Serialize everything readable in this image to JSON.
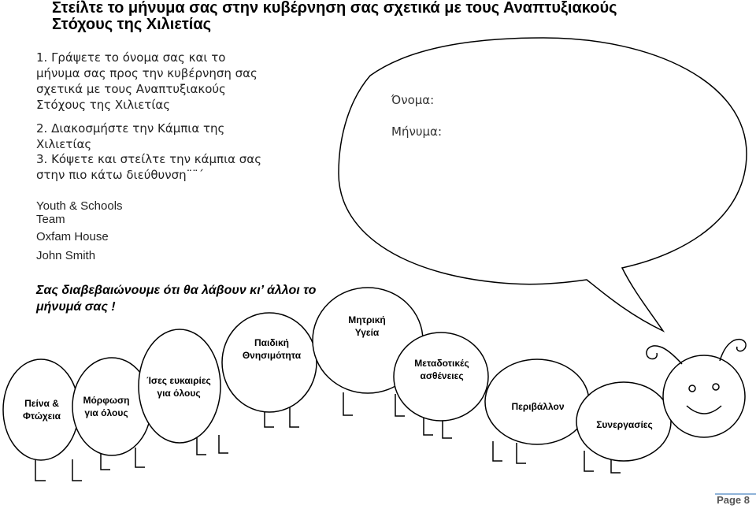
{
  "title": "Στείλτε το μήνυμα σας στην κυβέρνηση σας σχετικά με τους Αναπτυξιακούς Στόχους της Χιλιετίας",
  "steps": [
    "1. Γράψετε το όνομα σας και το μήνυμα σας προς την κυβέρνηση σας σχετικά με τους Αναπτυξιακούς Στόχους της Χιλιετίας",
    "2. Διακοσμήστε την Κάμπια της Χιλιετίας",
    "3. Κόψετε και στείλτε την κάμπια σας στην πιο κάτω διεύθυνση¨¨΄"
  ],
  "address": [
    "Youth & Schools",
    "Team",
    "Oxfam House",
    "John Smith"
  ],
  "assurance": "Σας διαβεβαιώνουμε ότι θα λάβουν κι’ άλλοι το μήνυμά σας !",
  "speech_bubble": {
    "name_label": "Όνομα:",
    "message_label": "Μήνυμα:"
  },
  "caterpillar_segments": [
    "Πείνα & Φτώχεια",
    "Μόρφωση για όλους",
    "Ίσες ευκαιρίες για όλους",
    "Παιδική Θνησιμότητα",
    "Μητρική Υγεία",
    "Μεταδοτικές ασθένειες",
    "Περιβάλλον",
    "Συνεργασίες"
  ],
  "footer": {
    "page": "Page 8"
  }
}
